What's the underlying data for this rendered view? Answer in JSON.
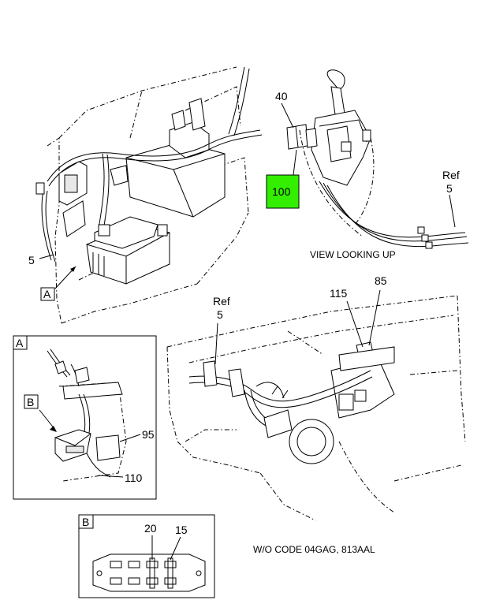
{
  "callouts": {
    "c5_left": "5",
    "cA_main": "A",
    "c40": "40",
    "c100": "100",
    "ref_top": "Ref",
    "c5_top": "5",
    "ref_mid": "Ref",
    "c5_mid": "5",
    "c115": "115",
    "c85": "85",
    "detA": "A",
    "detB": "B",
    "c95": "95",
    "c110": "110",
    "detB2": "B",
    "c20": "20",
    "c15": "15"
  },
  "captions": {
    "view_looking_up": "VIEW LOOKING UP",
    "wo_code": "W/O CODE 04GAG, 813AAL"
  },
  "colors": {
    "highlight": "#33ee00",
    "line": "#000000"
  }
}
